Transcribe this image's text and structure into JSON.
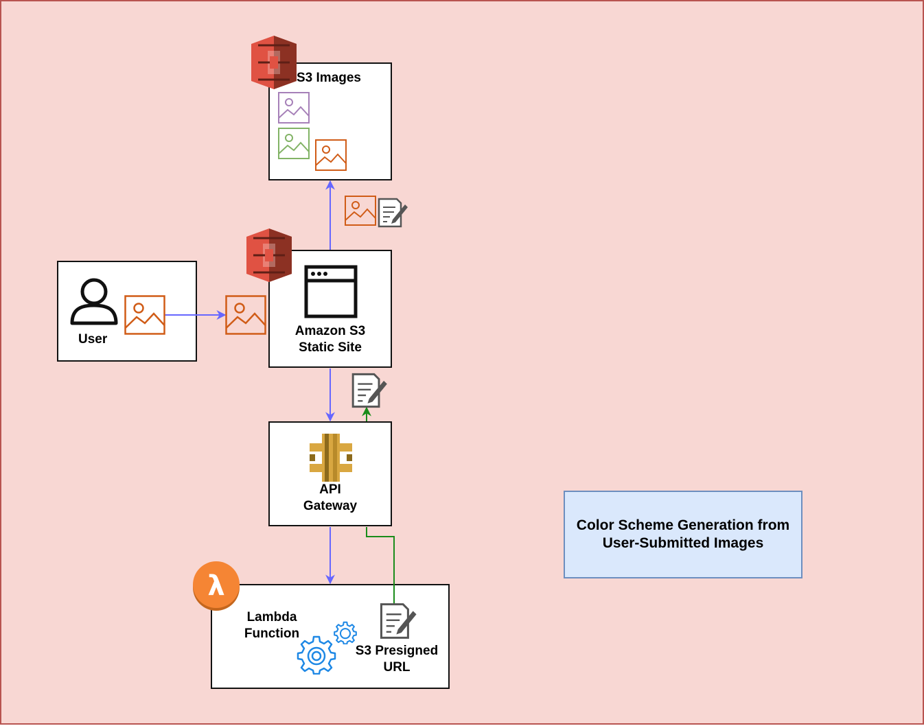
{
  "diagram": {
    "nodes": {
      "s3_images": {
        "label": "S3 Images"
      },
      "user": {
        "label": "User"
      },
      "static_site": {
        "label_line1": "Amazon S3",
        "label_line2": "Static Site"
      },
      "api_gateway": {
        "label_line1": "API",
        "label_line2": "Gateway"
      },
      "lambda": {
        "label_line1": "Lambda",
        "label_line2": "Function",
        "presigned_line1": "S3 Presigned",
        "presigned_line2": "URL"
      }
    },
    "title_note": {
      "line1": "Color Scheme Generation from",
      "line2": "User-Submitted Images"
    },
    "colors": {
      "background": "#f8d7d3",
      "border": "#b85450",
      "arrow_blue": "#6666ff",
      "arrow_green": "#1a8c1a",
      "image_orange": "#d05c17",
      "image_purple": "#a680b8",
      "image_green": "#82b366",
      "note_fill": "#dae8fc",
      "note_border": "#6c8ebf",
      "s3_red": "#e05243",
      "lambda_orange": "#f58534",
      "api_gold": "#d9a741",
      "gear_blue": "#1e88e5"
    },
    "edges": [
      {
        "from": "user",
        "to": "static_site",
        "color": "arrow_blue",
        "payload": "image-icon"
      },
      {
        "from": "static_site",
        "to": "s3_images",
        "color": "arrow_blue",
        "payload": "image-icon, signed-document-icon"
      },
      {
        "from": "static_site",
        "to": "api_gateway",
        "color": "arrow_blue"
      },
      {
        "from": "api_gateway",
        "to": "lambda",
        "color": "arrow_blue"
      },
      {
        "from": "lambda",
        "to": "static_site",
        "color": "arrow_green",
        "payload": "signed-document-icon"
      }
    ],
    "icons": [
      "s3-bucket-icon",
      "image-icon",
      "user-icon",
      "browser-window-icon",
      "api-gateway-icon",
      "lambda-icon",
      "gear-icon",
      "signed-document-icon"
    ]
  }
}
